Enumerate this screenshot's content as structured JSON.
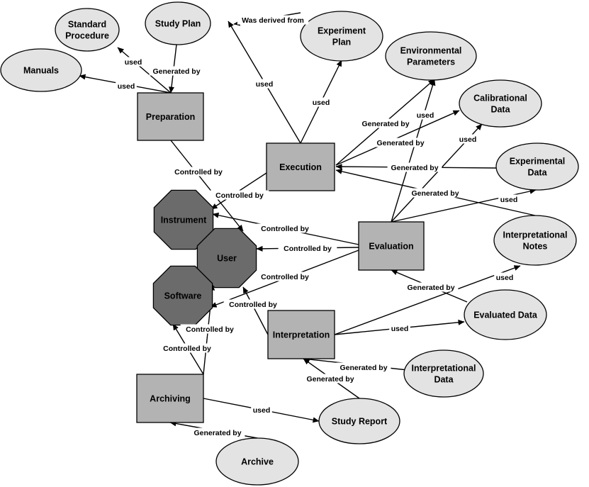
{
  "colors": {
    "entity_fill": "#e3e3e3",
    "activity_fill": "#b3b3b3",
    "agent_fill": "#6b6b6b",
    "stroke": "#000000",
    "text": "#000000"
  },
  "nodes": [
    {
      "id": "standard_procedure",
      "kind": "entity",
      "lines": [
        "Standard",
        "Procedure"
      ]
    },
    {
      "id": "study_plan",
      "kind": "entity",
      "lines": [
        "Study Plan"
      ]
    },
    {
      "id": "experiment_plan",
      "kind": "entity",
      "lines": [
        "Experiment",
        "Plan"
      ]
    },
    {
      "id": "manuals",
      "kind": "entity",
      "lines": [
        "Manuals"
      ]
    },
    {
      "id": "environmental_parameters",
      "kind": "entity",
      "lines": [
        "Environmental",
        "Parameters"
      ]
    },
    {
      "id": "calibrational_data",
      "kind": "entity",
      "lines": [
        "Calibrational",
        "Data"
      ]
    },
    {
      "id": "experimental_data",
      "kind": "entity",
      "lines": [
        "Experimental",
        "Data"
      ]
    },
    {
      "id": "interpretational_notes",
      "kind": "entity",
      "lines": [
        "Interpretational",
        "Notes"
      ]
    },
    {
      "id": "evaluated_data",
      "kind": "entity",
      "lines": [
        "Evaluated Data"
      ]
    },
    {
      "id": "interpretational_data",
      "kind": "entity",
      "lines": [
        "Interpretational",
        "Data"
      ]
    },
    {
      "id": "study_report",
      "kind": "entity",
      "lines": [
        "Study Report"
      ]
    },
    {
      "id": "archive",
      "kind": "entity",
      "lines": [
        "Archive"
      ]
    },
    {
      "id": "preparation",
      "kind": "activity",
      "lines": [
        "Preparation"
      ]
    },
    {
      "id": "execution",
      "kind": "activity",
      "lines": [
        "Execution"
      ]
    },
    {
      "id": "evaluation",
      "kind": "activity",
      "lines": [
        "Evaluation"
      ]
    },
    {
      "id": "interpretation",
      "kind": "activity",
      "lines": [
        "Interpretation"
      ]
    },
    {
      "id": "archiving",
      "kind": "activity",
      "lines": [
        "Archiving"
      ]
    },
    {
      "id": "instrument",
      "kind": "agent",
      "lines": [
        "Instrument"
      ]
    },
    {
      "id": "user",
      "kind": "agent",
      "lines": [
        "User"
      ]
    },
    {
      "id": "software",
      "kind": "agent",
      "lines": [
        "Software"
      ]
    }
  ],
  "edges": [
    {
      "id": "prep_used_standard_procedure",
      "label": "used"
    },
    {
      "id": "prep_used_manuals",
      "label": "used"
    },
    {
      "id": "study_plan_generated_by_prep",
      "label": "Generated by"
    },
    {
      "id": "exec_used_study_plan",
      "label": "used"
    },
    {
      "id": "experiment_plan_derived_from_study_plan",
      "label": "Was derived from"
    },
    {
      "id": "exec_used_experiment_plan",
      "label": "used"
    },
    {
      "id": "prep_controlled_by_user",
      "label": "Controlled by"
    },
    {
      "id": "env_params_generated_by_exec",
      "label": "Generated by"
    },
    {
      "id": "calib_data_generated_by_exec",
      "label": "Generated by"
    },
    {
      "id": "exp_data_generated_by_exec",
      "label": "Generated by"
    },
    {
      "id": "interp_notes_generated_by_exec",
      "label": "Generated by"
    },
    {
      "id": "exec_controlled_by_instrument",
      "label": "Controlled by"
    },
    {
      "id": "eval_used_env_params",
      "label": "used"
    },
    {
      "id": "eval_used_calib_data",
      "label": "used"
    },
    {
      "id": "eval_used_exp_data",
      "label": "used"
    },
    {
      "id": "eval_controlled_by_instrument",
      "label": "Controlled by"
    },
    {
      "id": "eval_controlled_by_user",
      "label": "Controlled by"
    },
    {
      "id": "eval_controlled_by_software",
      "label": "Controlled by"
    },
    {
      "id": "evaluated_data_generated_by_eval",
      "label": "Generated by"
    },
    {
      "id": "interp_used_interp_notes",
      "label": "used"
    },
    {
      "id": "interp_used_evaluated_data",
      "label": "used"
    },
    {
      "id": "interp_controlled_by_user",
      "label": "Controlled by"
    },
    {
      "id": "interp_data_generated_by_interp",
      "label": "Generated by"
    },
    {
      "id": "study_report_generated_by_interp",
      "label": "Generated by"
    },
    {
      "id": "archiving_controlled_by_user",
      "label": "Controlled by"
    },
    {
      "id": "archiving_controlled_by_software",
      "label": "Controlled by"
    },
    {
      "id": "archiving_used_study_report",
      "label": "used"
    },
    {
      "id": "archive_generated_by_archiving",
      "label": "Generated by"
    }
  ]
}
